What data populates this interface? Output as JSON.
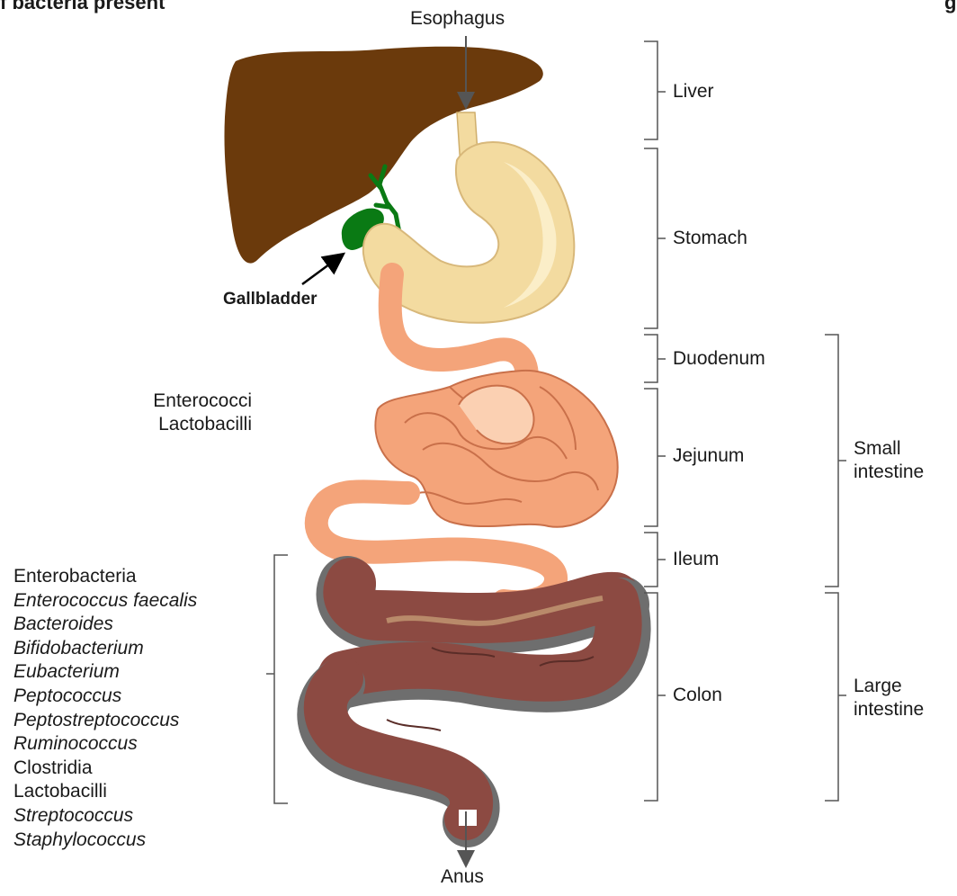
{
  "header_fragment": "f bacteria present",
  "header_right_fragment": "g",
  "organs": {
    "esophagus": "Esophagus",
    "gallbladder": "Gallbladder",
    "anus": "Anus",
    "liver": "Liver",
    "stomach": "Stomach",
    "duodenum": "Duodenum",
    "jejunum": "Jejunum",
    "ileum": "Ileum",
    "colon": "Colon",
    "small_intestine": [
      "Small",
      "intestine"
    ],
    "large_intestine": [
      "Large",
      "intestine"
    ]
  },
  "small_intestine_bacteria": [
    "Enterococci",
    "Lactobacilli"
  ],
  "colon_bacteria": [
    {
      "name": "Enterobacteria",
      "italic": false
    },
    {
      "name": "Enterococcus faecalis",
      "italic": true
    },
    {
      "name": "Bacteroides",
      "italic": true
    },
    {
      "name": "Bifidobacterium",
      "italic": true
    },
    {
      "name": "Eubacterium",
      "italic": true
    },
    {
      "name": "Peptococcus",
      "italic": true
    },
    {
      "name": "Peptostreptococcus",
      "italic": true
    },
    {
      "name": "Ruminococcus",
      "italic": true
    },
    {
      "name": "Clostridia",
      "italic": false
    },
    {
      "name": "Lactobacilli",
      "italic": false
    },
    {
      "name": "Streptococcus",
      "italic": true
    },
    {
      "name": "Staphylococcus",
      "italic": true
    }
  ],
  "colors": {
    "liver": "#6b3a0c",
    "gallbladder": "#0a7a14",
    "stomach": "#f3dba0",
    "stomach_light": "#fbeec8",
    "small_intestine": "#f4a47a",
    "small_intestine_light": "#fbd0b2",
    "colon": "#8c4a42",
    "colon_shadow": "#6e6e6e",
    "colon_light": "#b98a6a"
  }
}
